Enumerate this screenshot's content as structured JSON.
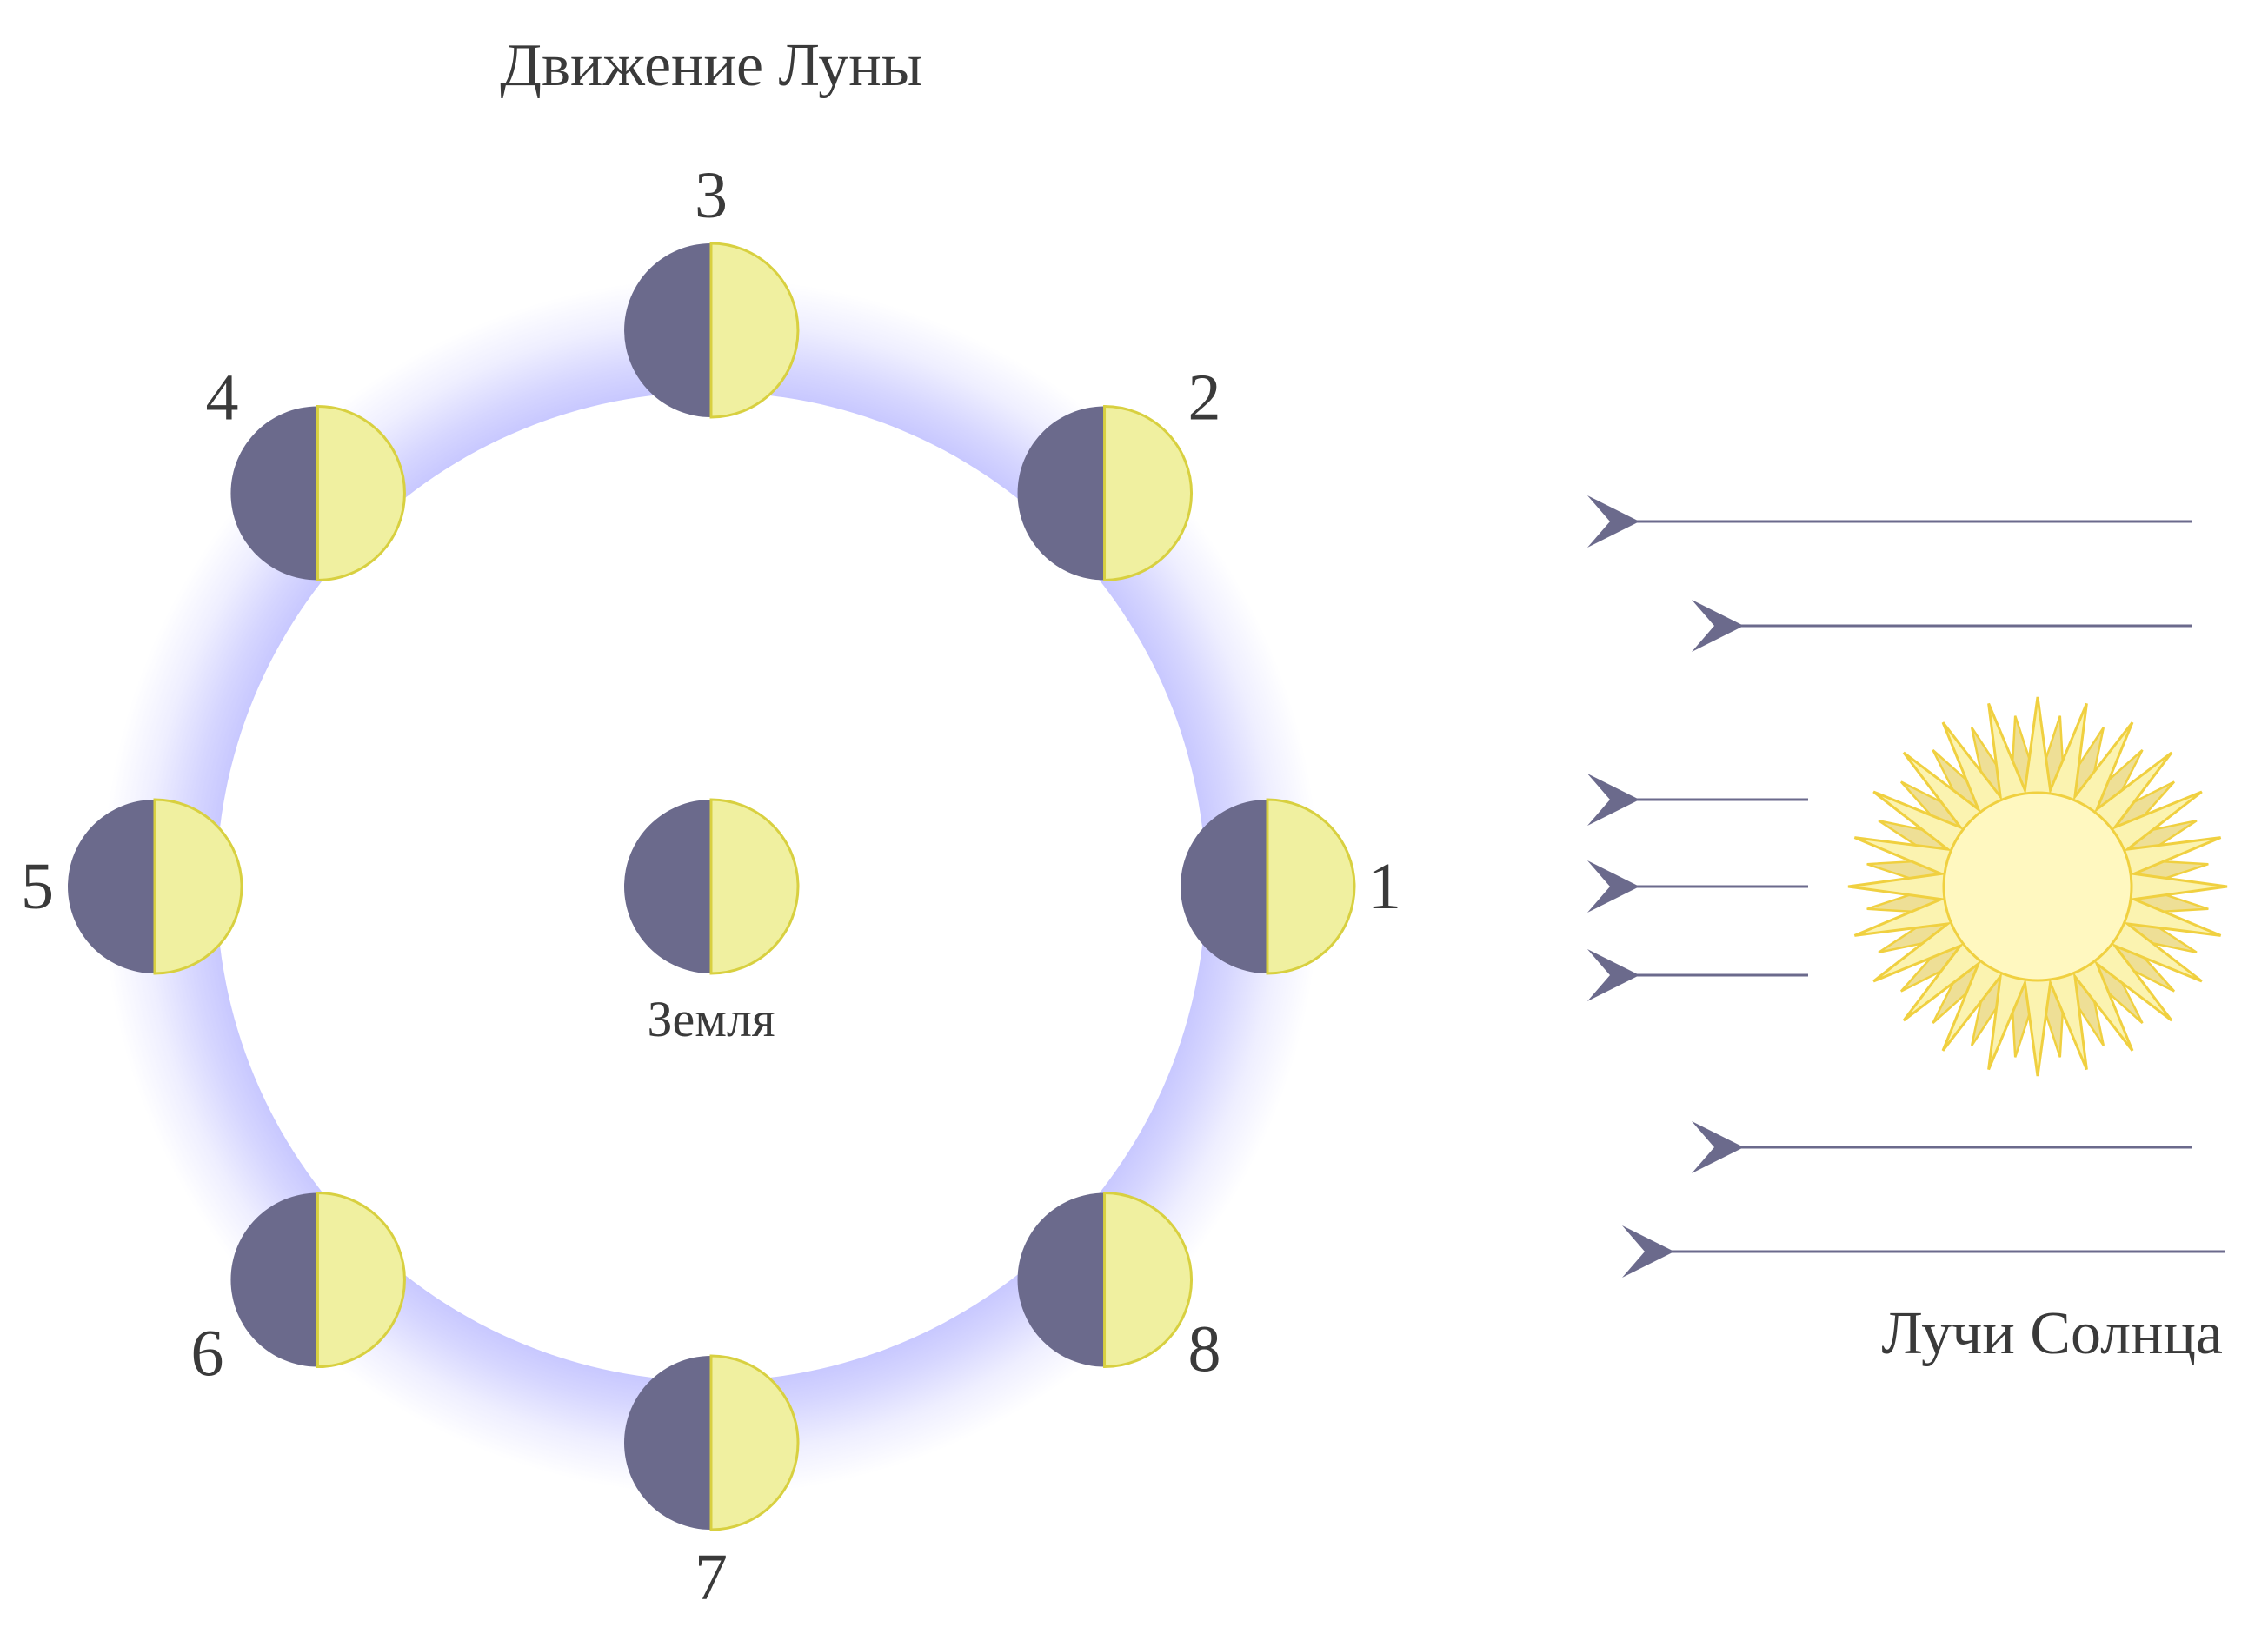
{
  "title": "Движение Луны",
  "earth_label": "Земля",
  "sun_rays_label": "Лучи Солнца",
  "moon_positions": [
    "1",
    "2",
    "3",
    "4",
    "5",
    "6",
    "7",
    "8"
  ],
  "colors": {
    "dark_side": "#6b6a8c",
    "lit_side": "#f0f0a0",
    "lit_stroke": "#d8d040",
    "orbit_glow": "#c8c8ff",
    "ray_arrow": "#6b6a8c",
    "sun_body": "#fff8c0",
    "sun_ray": "#fbf3b0",
    "sun_ray_inner": "#eedf96",
    "sun_stroke": "#f0d040",
    "text": "#3a3a3a"
  }
}
